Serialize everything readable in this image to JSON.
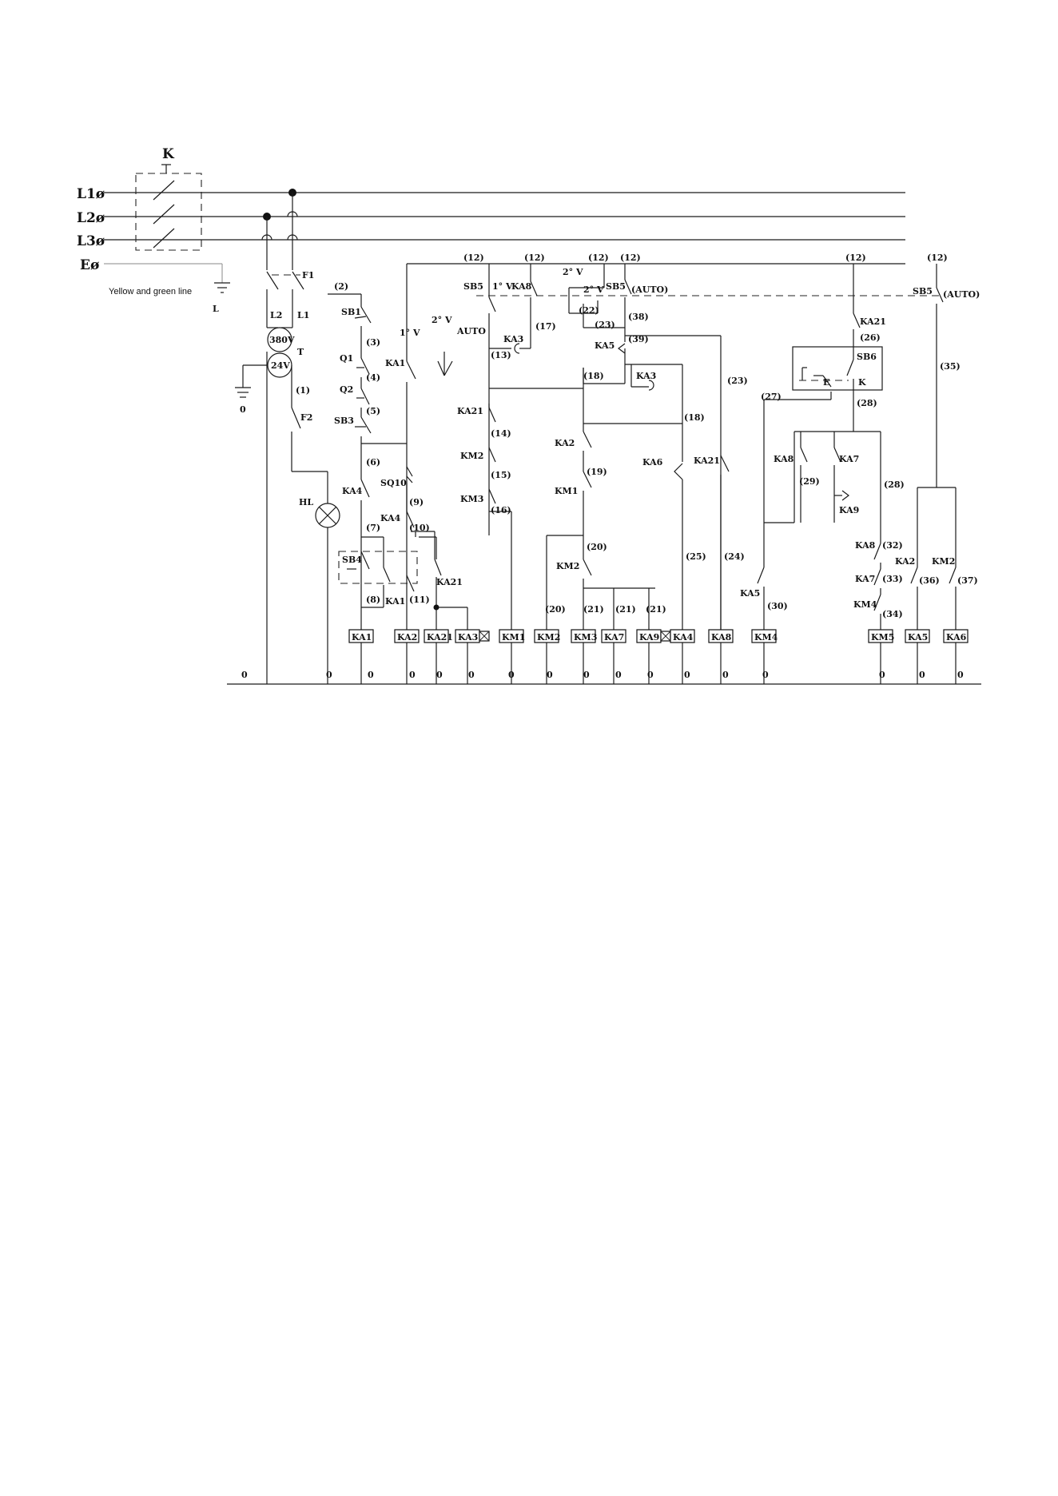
{
  "supply": {
    "lines": [
      "L1ø",
      "L2ø",
      "L3ø",
      "Eø"
    ],
    "main_switch": "K",
    "ground_note": "Yellow and green line",
    "ground_label": "L"
  },
  "transformer": {
    "label": "T",
    "primary": "380V",
    "secondary": "24V",
    "fuses": [
      "F1",
      "F2"
    ],
    "leads": [
      "L2",
      "L1"
    ],
    "zero": "0",
    "lamp": "HL"
  },
  "nodes": {
    "n1": "(1)",
    "n2": "(2)",
    "n3": "(3)",
    "n4": "(4)",
    "n5": "(5)",
    "n6": "(6)",
    "n7": "(7)",
    "n8": "(8)",
    "n9": "(9)",
    "n10": "(10)",
    "n11": "(11)",
    "n12": "(12)",
    "n13": "(13)",
    "n14": "(14)",
    "n15": "(15)",
    "n16": "(16)",
    "n17": "(17)",
    "n18": "(18)",
    "n19": "(19)",
    "n20": "(20)",
    "n21": "(21)",
    "n22": "(22)",
    "n23": "(23)",
    "n24": "(24)",
    "n25": "(25)",
    "n26": "(26)",
    "n27": "(27)",
    "n28": "(28)",
    "n29": "(29)",
    "n30": "(30)",
    "n32": "(32)",
    "n33": "(33)",
    "n34": "(34)",
    "n35": "(35)",
    "n36": "(36)",
    "n37": "(37)",
    "n38": "(38)",
    "n39": "(39)"
  },
  "contacts": {
    "sb1": "SB1",
    "q1": "Q1",
    "q2": "Q2",
    "sb3": "SB3",
    "ka4": "KA4",
    "sb4": "SB4",
    "ka1": "KA1",
    "sq10": "SQ10",
    "ka21": "KA21",
    "sb5": "SB5",
    "ka8": "KA8",
    "ka3": "KA3",
    "ka5": "KA5",
    "km2": "KM2",
    "km3": "KM3",
    "ka2": "KA2",
    "km1": "KM1",
    "ka6": "KA6",
    "sb6": "SB6",
    "ka7": "KA7",
    "ka9": "KA9",
    "km4": "KM4"
  },
  "selector": {
    "pos1": "1° V",
    "pos2": "2° V",
    "auto": "AUTO",
    "auto_paren": "(AUTO)",
    "sw1": "1° V",
    "sw2": "2° V",
    "sw3": "2° V",
    "sb6_e": "E",
    "sb6_k": "K"
  },
  "coils": [
    "KA1",
    "KA2",
    "KA21",
    "KA3",
    "KM1",
    "KM2",
    "KM3",
    "KA7",
    "KA9",
    "KA4",
    "KA8",
    "KM4",
    "KM5",
    "KA5",
    "KA6"
  ],
  "zero_label": "0"
}
